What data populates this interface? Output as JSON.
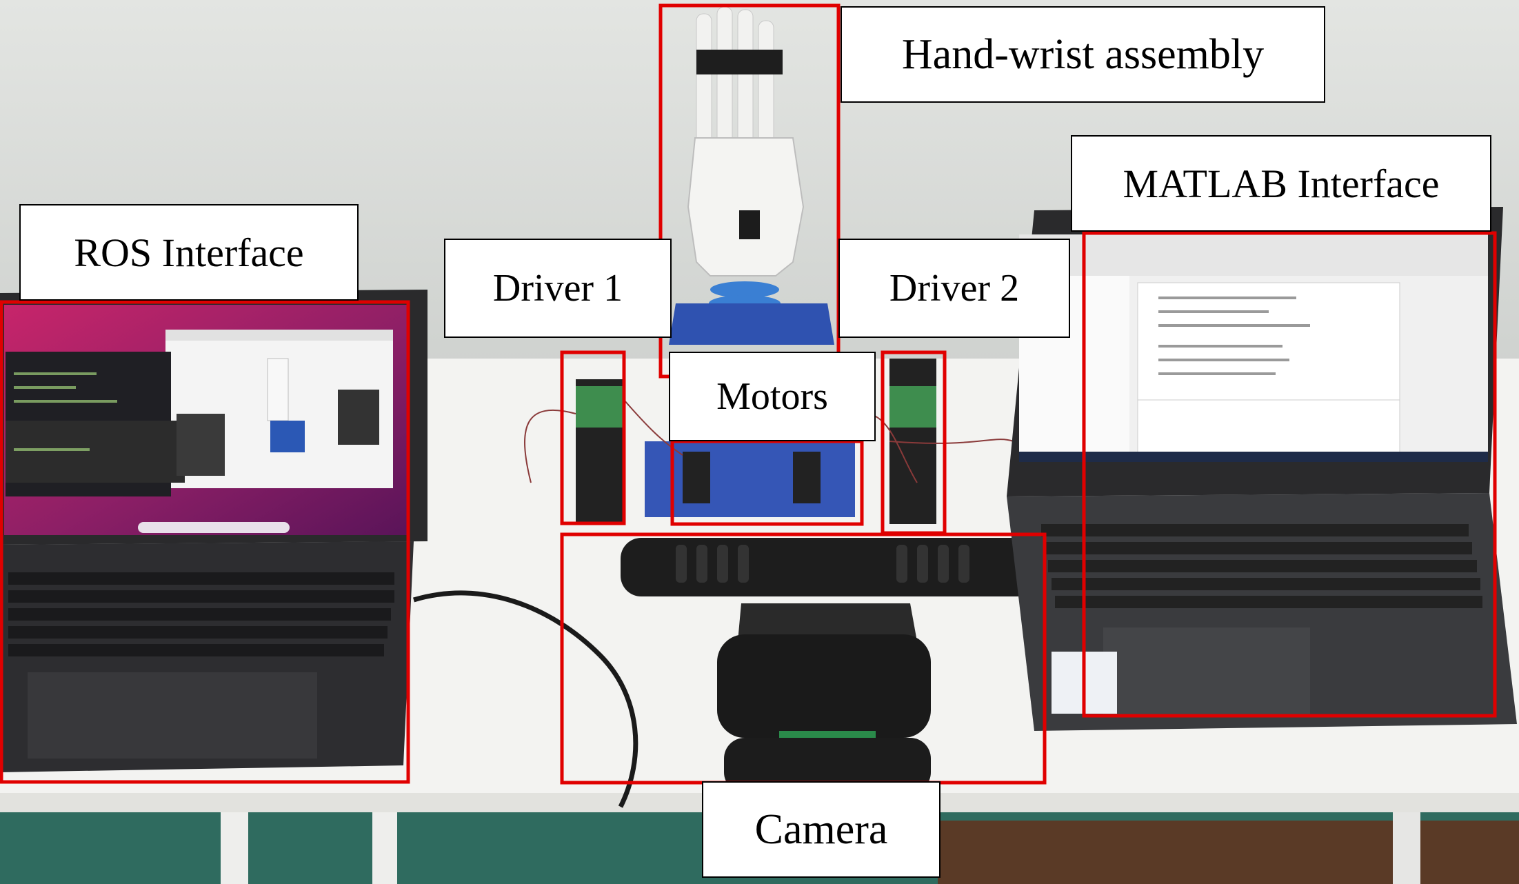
{
  "labels": {
    "hand_wrist": "Hand-wrist assembly",
    "ros": "ROS Interface",
    "matlab": "MATLAB Interface",
    "driver1": "Driver 1",
    "driver2": "Driver 2",
    "motors": "Motors",
    "camera": "Camera"
  },
  "colors": {
    "highlight_box": "#e00000",
    "wall": "#dcdedb",
    "table": "#f3f3f1",
    "floor": "#2f6b5f"
  }
}
